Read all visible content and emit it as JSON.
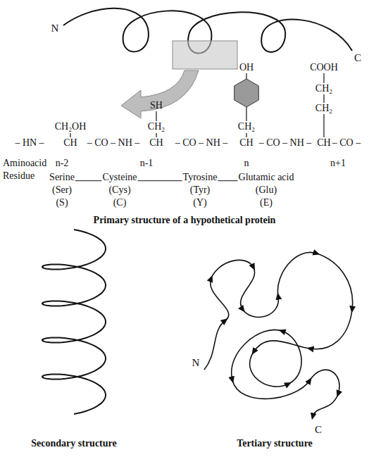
{
  "diagram": {
    "labels": [
      "N",
      "C",
      "CH₂OH",
      "SH",
      "CH₂",
      "OH",
      "CH₂",
      "COOH",
      "CH₂",
      "CH₂",
      "– HN –",
      "CH",
      "– CO – NH –",
      "CH",
      "– CO – NH –",
      "CH",
      "– CO – NH –",
      "CH",
      "– CO –",
      "Aminoacid",
      "Residue",
      "n-2",
      "n-1",
      "n",
      "n+1",
      "Serine",
      "Cysteine",
      "Tyrosine",
      "Glutamic acid",
      "(Ser)",
      "(Cys)",
      "(Tyr)",
      "(Glu)",
      "(S)",
      "(C)",
      "(Y)",
      "(E)",
      "Primary structure of a hypothetical protein",
      "Secondary structure",
      "Tertiary structure",
      "N",
      "C"
    ]
  }
}
